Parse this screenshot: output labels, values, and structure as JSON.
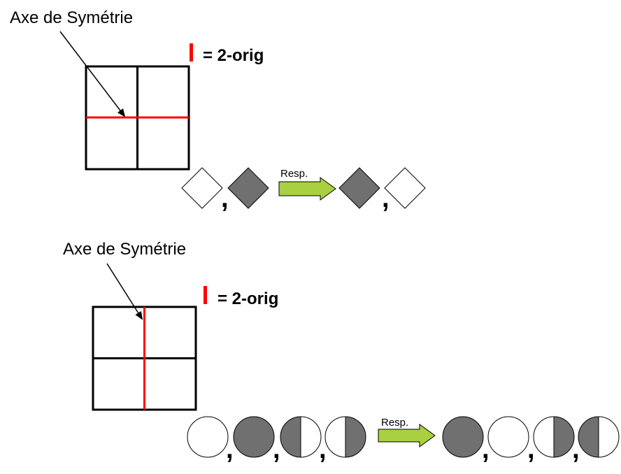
{
  "colors": {
    "symmetry_line": "#ff0000",
    "gray_fill": "#707070",
    "white_fill": "#ffffff",
    "arrow_fill": "#a8d040",
    "outline": "#000000"
  },
  "panels": [
    {
      "axis_label": "Axe de Symétrie",
      "legend_text": "= 2-orig",
      "symmetry_orientation": "horizontal",
      "resp_label": "Resp.",
      "stimulus_shape": "diamond",
      "left_sequence": [
        "white",
        "gray"
      ],
      "right_sequence": [
        "gray",
        "white"
      ]
    },
    {
      "axis_label": "Axe de Symétrie",
      "legend_text": "= 2-orig",
      "symmetry_orientation": "vertical",
      "resp_label": "Resp.",
      "stimulus_shape": "circle",
      "left_sequence": [
        "white",
        "gray",
        "half-gray-left",
        "half-gray-right"
      ],
      "right_sequence": [
        "gray",
        "white",
        "half-gray-right",
        "half-gray-left"
      ]
    }
  ]
}
